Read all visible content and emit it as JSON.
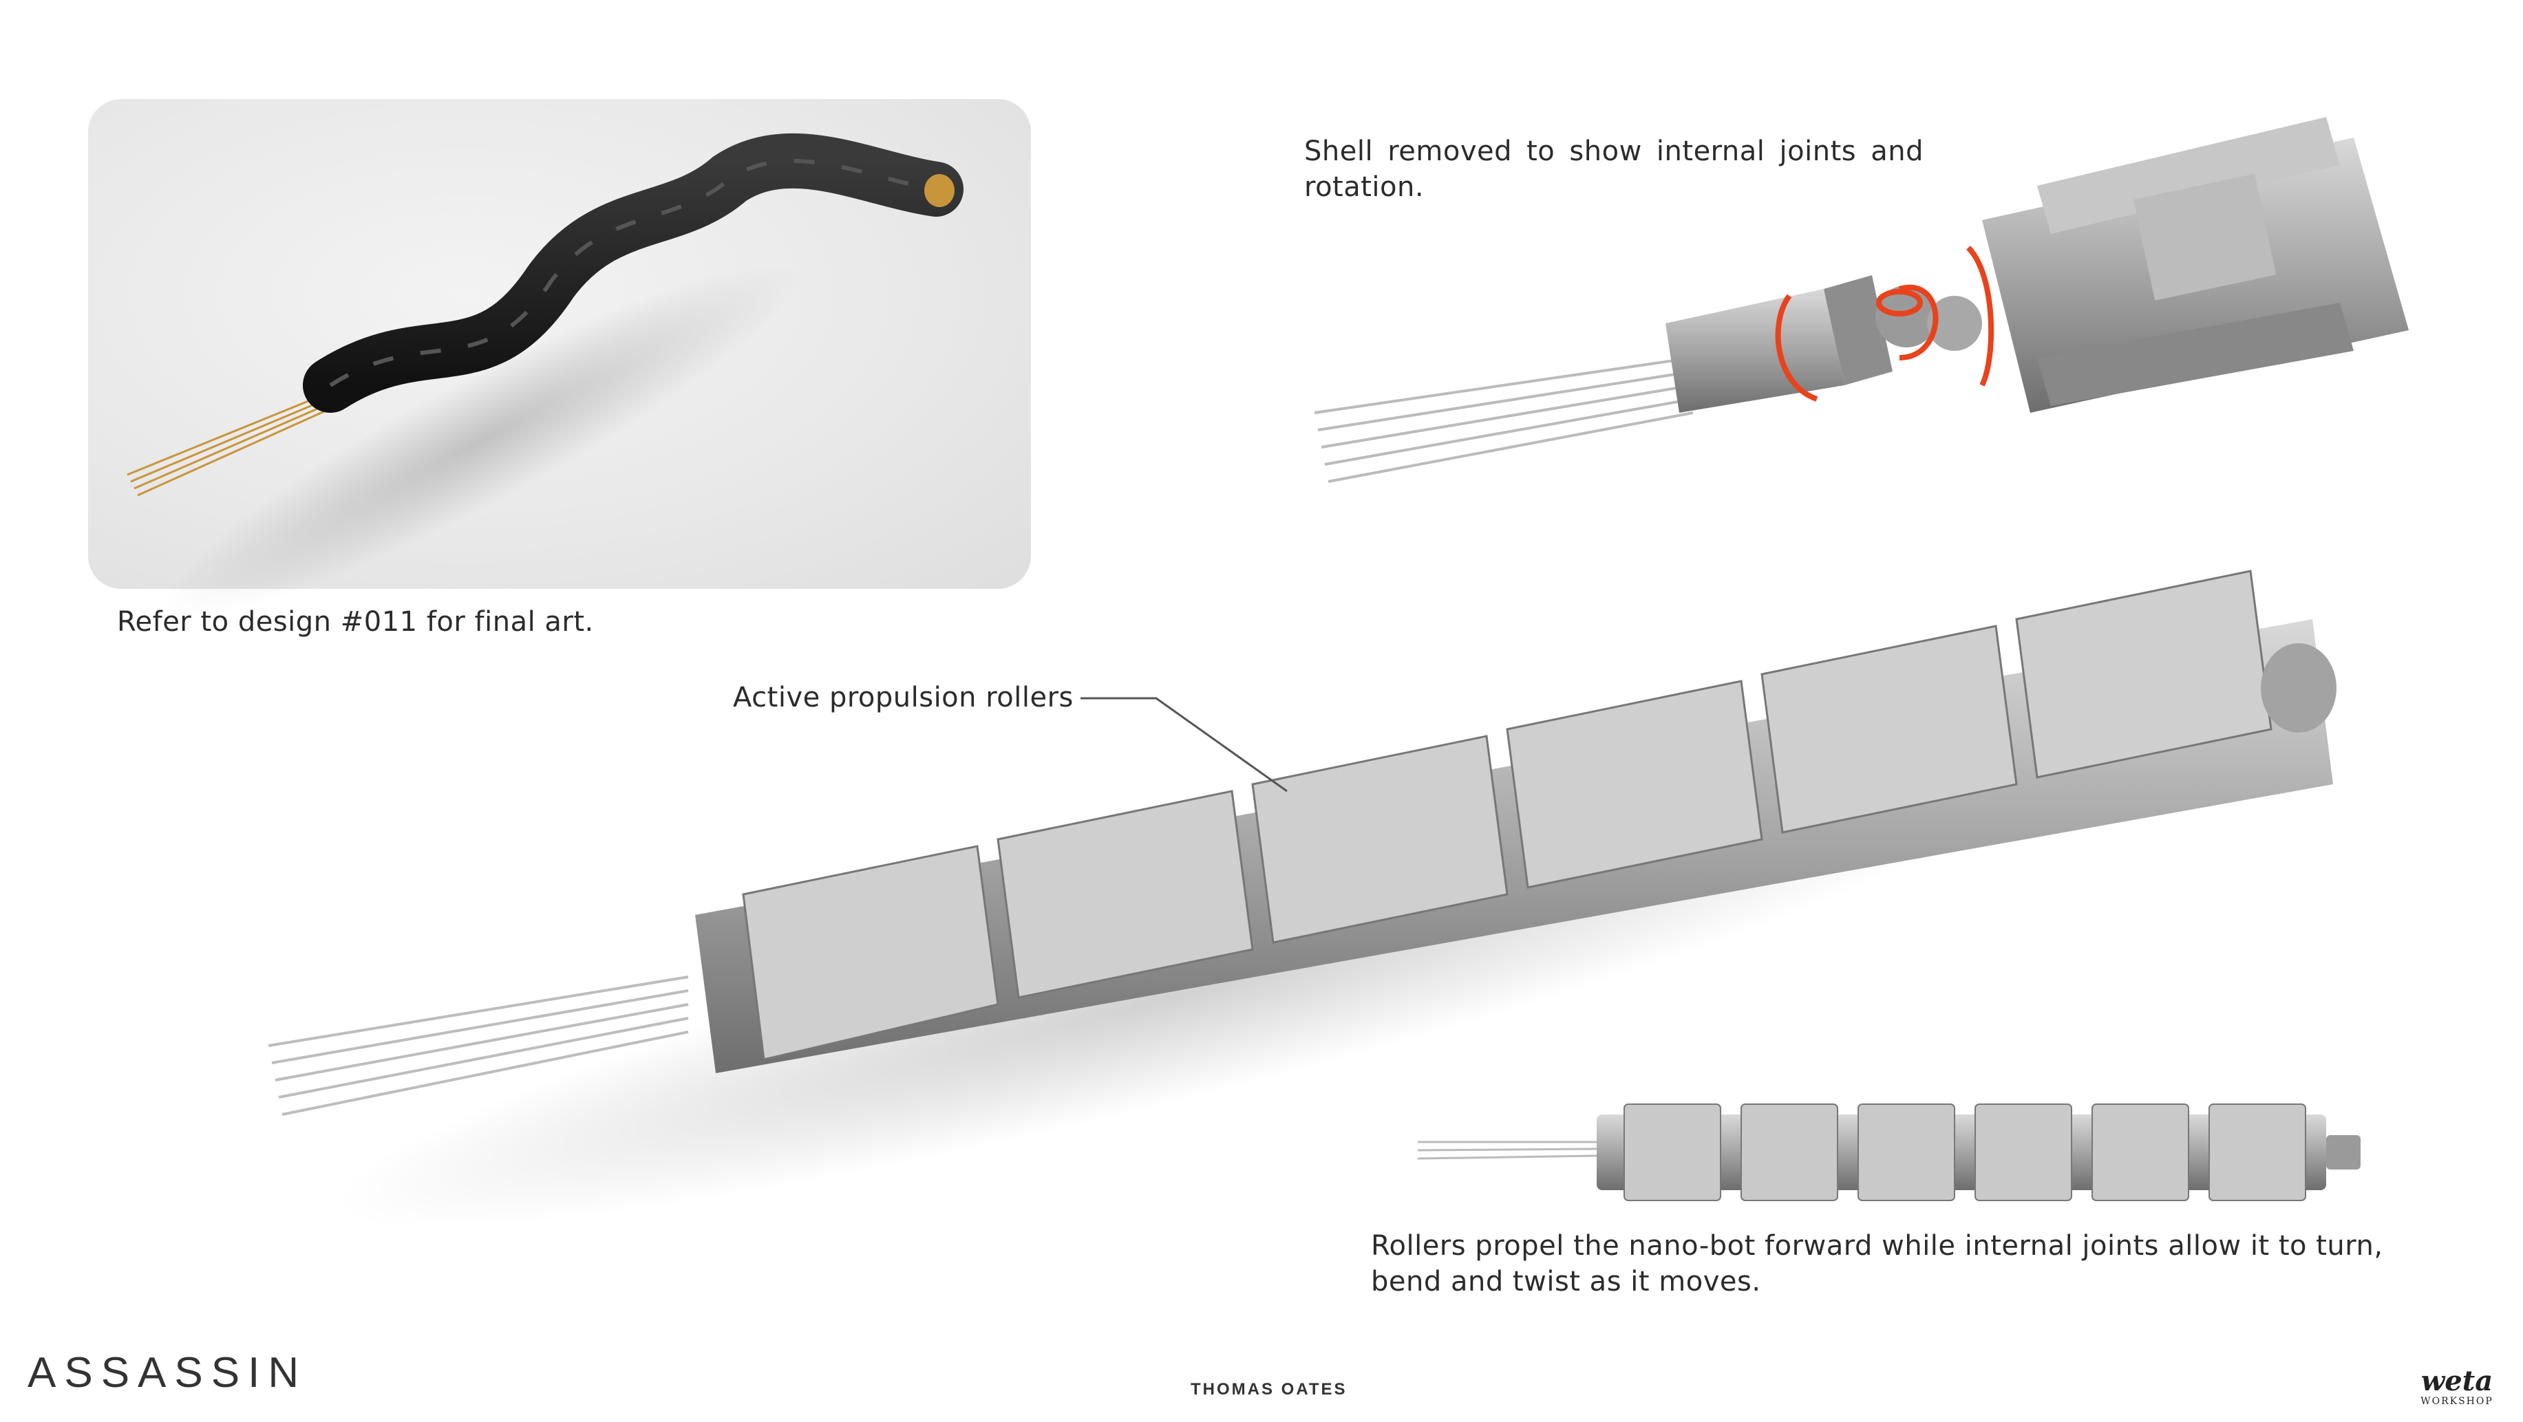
{
  "captions": {
    "reference": "Refer to design #011 for final art.",
    "shell": "Shell removed to show internal joints and rotation.",
    "rollers_label": "Active propulsion rollers",
    "rollers_desc": "Rollers propel the nano-bot forward while internal joints allow it to turn, bend and twist as it moves."
  },
  "title": "ASSASSIN",
  "credit": "THOMAS OATES",
  "logo": {
    "line1": "weta",
    "line2": "WORKSHOP"
  },
  "colors": {
    "robot_grey": "#a9a9a9",
    "robot_dark": "#1f1f1f",
    "wire_gold": "#c9953a",
    "rotation_arrow": "#e8431c"
  }
}
